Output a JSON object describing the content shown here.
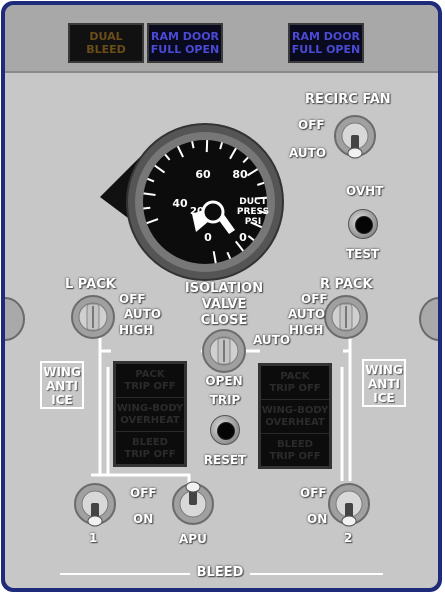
{
  "top_annunciators": {
    "dual_bleed": [
      "DUAL",
      "BLEED"
    ],
    "ram_door_left": [
      "RAM DOOR",
      "FULL OPEN"
    ],
    "ram_door_right": [
      "RAM DOOR",
      "FULL OPEN"
    ]
  },
  "recirc_fan": {
    "title": "RECIRC FAN",
    "off_label": "OFF",
    "auto_label": "AUTO",
    "position": "AUTO"
  },
  "gauge": {
    "face_label": [
      "DUCT",
      "PRESS",
      "PSI"
    ],
    "scale_labels": [
      "0",
      "20",
      "40",
      "60",
      "80",
      "0"
    ],
    "needle_left_psi": 20,
    "needle_right_psi": 0
  },
  "ovht_test": {
    "top_label": "OVHT",
    "bottom_label": "TEST"
  },
  "l_pack": {
    "title": "L PACK",
    "options": [
      "OFF",
      "AUTO",
      "HIGH"
    ]
  },
  "r_pack": {
    "title": "R PACK",
    "options": [
      "OFF",
      "AUTO",
      "HIGH"
    ]
  },
  "isolation_valve": {
    "title": [
      "ISOLATION",
      "VALVE"
    ],
    "close_label": "CLOSE",
    "auto_label": "AUTO",
    "open_label": "OPEN"
  },
  "wing_anti_ice": {
    "left_label": [
      "WING",
      "ANTI",
      "ICE"
    ],
    "right_label": [
      "WING",
      "ANTI",
      "ICE"
    ]
  },
  "left_lights": {
    "pack_trip_off": [
      "PACK",
      "TRIP OFF"
    ],
    "wing_body_overheat": [
      "WING-BODY",
      "OVERHEAT"
    ],
    "bleed_trip_off": [
      "BLEED",
      "TRIP OFF"
    ]
  },
  "right_lights": {
    "pack_trip_off": [
      "PACK",
      "TRIP OFF"
    ],
    "wing_body_overheat": [
      "WING-BODY",
      "OVERHEAT"
    ],
    "bleed_trip_off": [
      "BLEED",
      "TRIP OFF"
    ]
  },
  "trip_reset": {
    "top_label": "TRIP",
    "bottom_label": "RESET"
  },
  "bleed_switches": {
    "left_off": "OFF",
    "left_on": "ON",
    "right_off": "OFF",
    "right_on": "ON",
    "engine_1_label": "1",
    "apu_label": "APU",
    "engine_2_label": "2"
  },
  "panel_title": "BLEED",
  "colors": {
    "panel": "#c7c7c7",
    "frame": "#1e2a7a",
    "amber_text": "#6b4d1a",
    "blue_text": "#4a4ad4",
    "label": "#ffffff"
  }
}
